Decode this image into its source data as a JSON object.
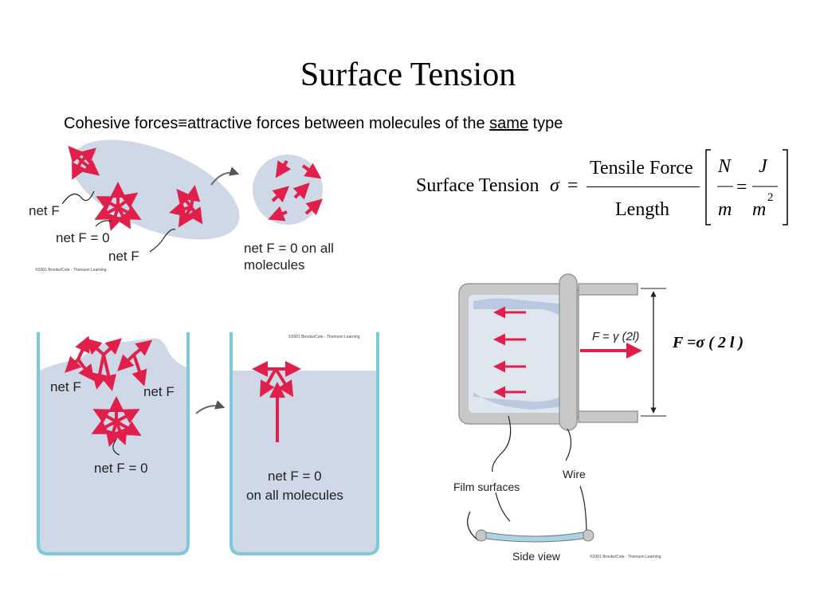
{
  "slide": {
    "title": "Surface Tension",
    "subtitle_pre": "Cohesive forces≡attractive forces between molecules of the ",
    "subtitle_underlined": "same",
    "subtitle_post": " type"
  },
  "equation": {
    "lhs": "Surface Tension",
    "sigma": "σ",
    "equals": "=",
    "numerator": "Tensile Force",
    "denominator": "Length",
    "unit_num1": "N",
    "unit_den1": "m",
    "unit_eq": "=",
    "unit_num2": "J",
    "unit_den2": "m",
    "unit_exp": "2"
  },
  "fig_top_left": {
    "label_netF_left": "net F",
    "label_netF0": "net F = 0",
    "label_netF_bottom": "net F",
    "label_all": "net F = 0 on all",
    "label_all2": "molecules",
    "copyright": "©2001 Brooks/Cole - Thomson Learning"
  },
  "fig_bottom_left": {
    "label_netF_left": "net F",
    "label_netF_right": "net F",
    "label_netF0": "net F = 0",
    "label_all": "net F = 0",
    "label_all2": "on all molecules",
    "copyright": "©2001 Brooks/Cole - Thomson Learning"
  },
  "fig_right": {
    "force_label": "F = γ   (2l)",
    "film_label": "Film surfaces",
    "wire_label": "Wire",
    "side_label": "Side view",
    "copyright": "©2001 Brooks/Cole - Thomson Learning",
    "formula": "F =σ ( 2 l )"
  },
  "colors": {
    "fluid": "#cfd8e6",
    "arrow": "#e0204a",
    "container": "#7ec8d8",
    "frame": "#c8c8c8"
  }
}
